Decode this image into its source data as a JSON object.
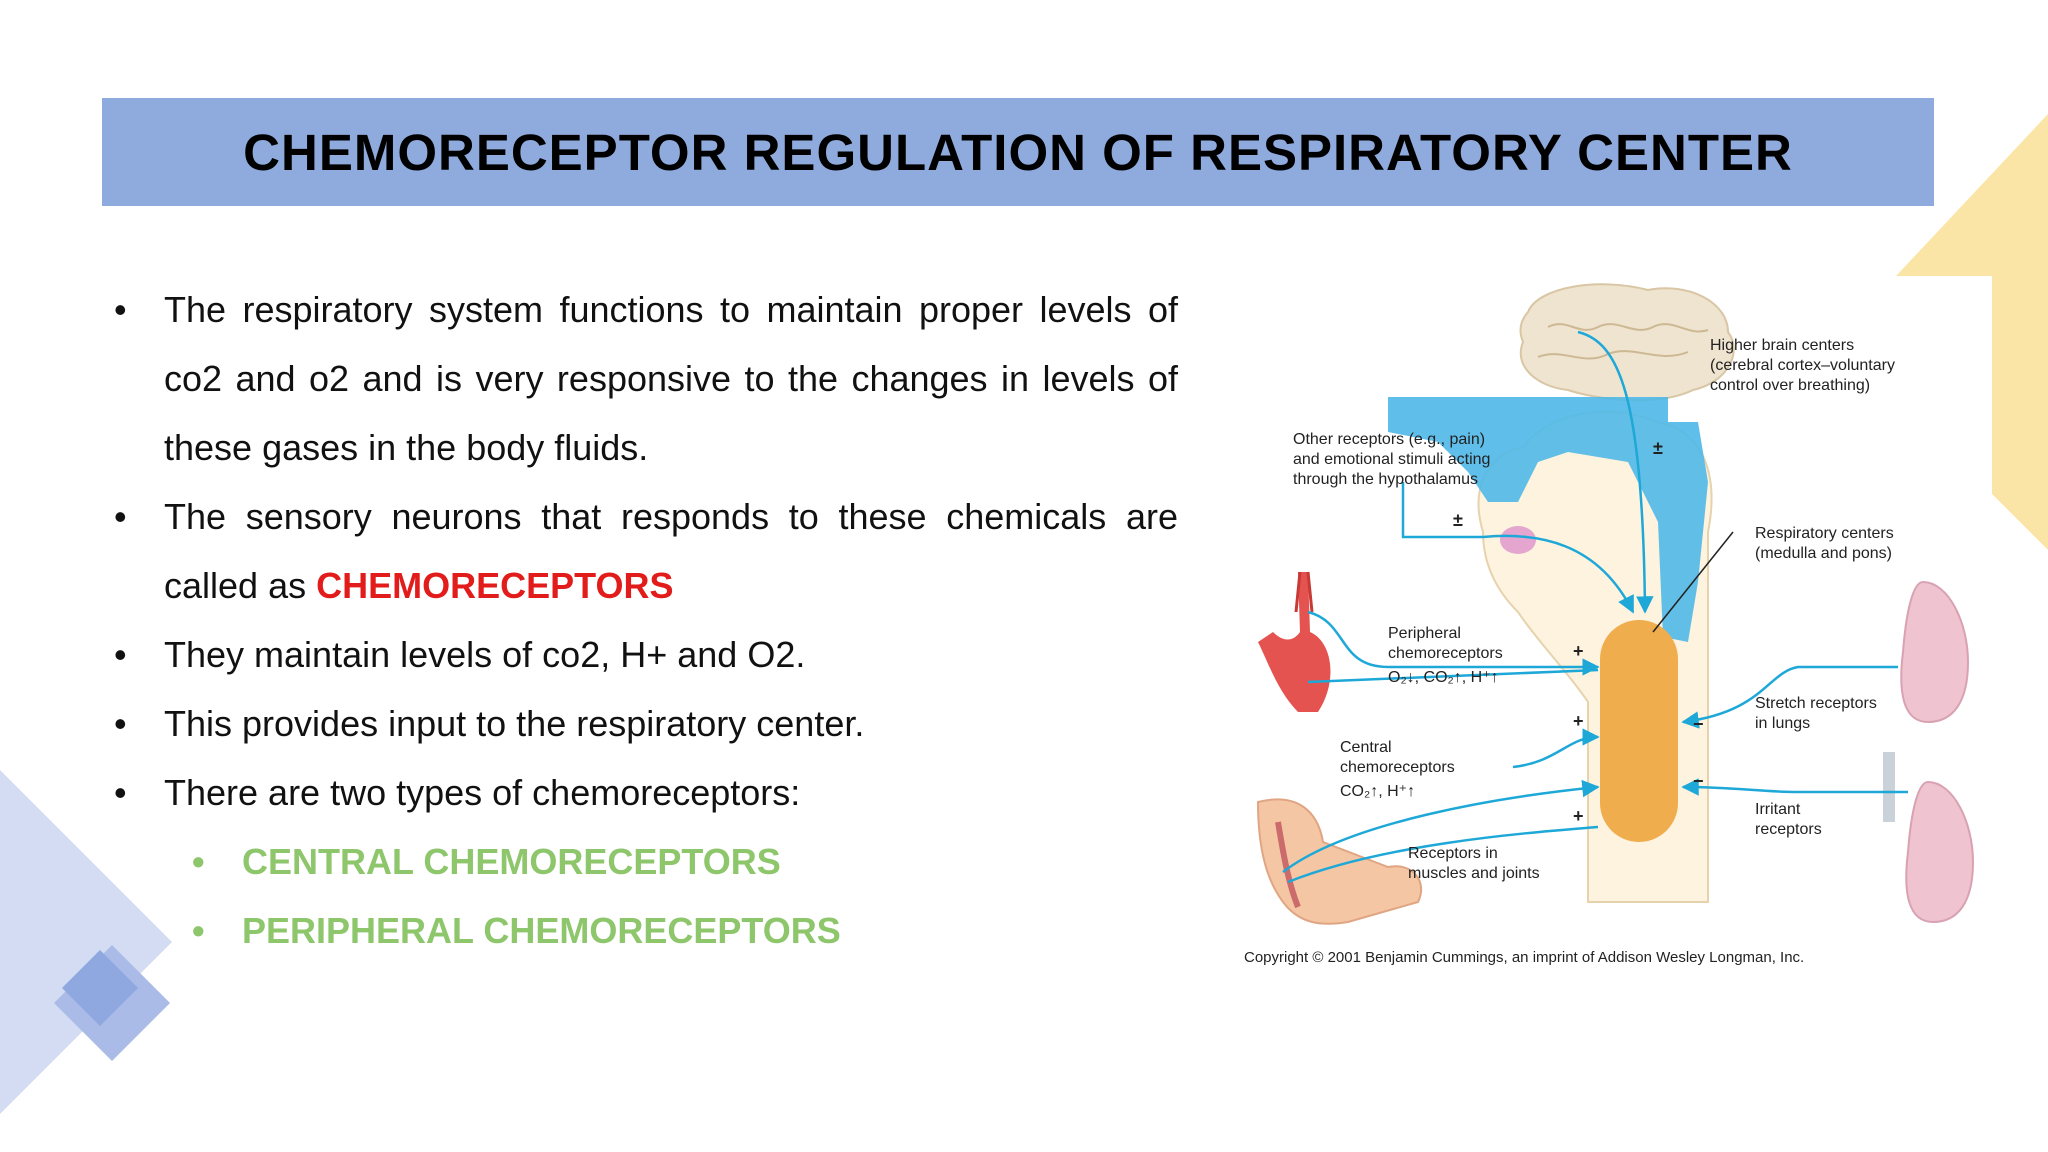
{
  "slide": {
    "title": "CHEMORECEPTOR REGULATION OF RESPIRATORY CENTER",
    "bullets": [
      {
        "text": "The respiratory system functions to maintain proper levels of co2 and o2 and is very responsive to the changes in levels of these gases in the body fluids."
      },
      {
        "text_before": "The sensory neurons that responds to these chemicals are called as ",
        "highlight": "CHEMORECEPTORS"
      },
      {
        "text": "They maintain levels of co2, H+ and O2."
      },
      {
        "text": "This provides input to the respiratory center."
      },
      {
        "text": "There are two types of chemoreceptors:"
      }
    ],
    "sub_bullets": [
      "CENTRAL CHEMORECEPTORS",
      "PERIPHERAL CHEMORECEPTORS"
    ],
    "bullet_symbol": "•"
  },
  "figure": {
    "labels": {
      "higher_brain": [
        "Higher brain centers",
        "(cerebral cortex–voluntary",
        "control over breathing)"
      ],
      "other_receptors": [
        "Other receptors (e.g., pain)",
        "and emotional stimuli acting",
        "through the hypothalamus"
      ],
      "respiratory_centers": [
        "Respiratory centers",
        "(medulla and pons)"
      ],
      "peripheral": [
        "Peripheral",
        "chemoreceptors",
        "O₂↓, CO₂↑, H⁺↑"
      ],
      "central": [
        "Central",
        "chemoreceptors",
        "CO₂↑, H⁺↑"
      ],
      "stretch": [
        "Stretch receptors",
        "in lungs"
      ],
      "irritant": [
        "Irritant",
        "receptors"
      ],
      "muscles": [
        "Receptors in",
        "muscles and joints"
      ]
    },
    "signs": {
      "pm": "±",
      "plus": "+",
      "minus": "−"
    },
    "copyright": "Copyright © 2001 Benjamin Cummings, an imprint of Addison Wesley Longman, Inc."
  },
  "colors": {
    "title_bar": "#8faadc",
    "highlight_red": "#e21b1b",
    "sub_bullet_green": "#8dc66b",
    "medulla_orange": "#f0ad4e",
    "nerve_blue": "#1ea8d8",
    "csf_blue": "#4fb8e8"
  }
}
